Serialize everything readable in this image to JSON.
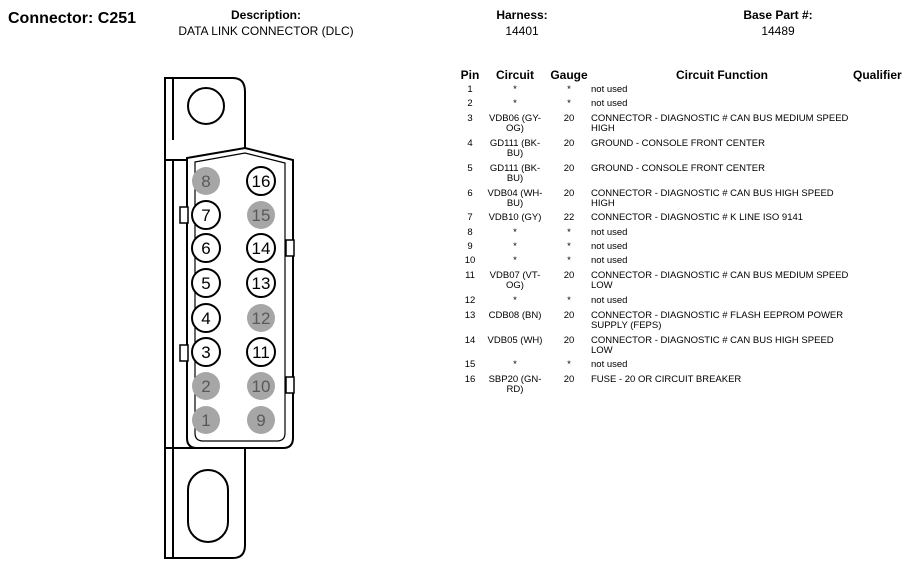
{
  "connector": {
    "title": "Connector: C251"
  },
  "header": {
    "description_label": "Description:",
    "description_value": "DATA LINK CONNECTOR (DLC)",
    "harness_label": "Harness:",
    "harness_value": "14401",
    "base_part_label": "Base Part #:",
    "base_part_value": "14489"
  },
  "table": {
    "headers": [
      "Pin",
      "Circuit",
      "Gauge",
      "Circuit Function",
      "Qualifier"
    ],
    "rows": [
      {
        "pin": "1",
        "circuit": "*",
        "gauge": "*",
        "function": "not used"
      },
      {
        "pin": "2",
        "circuit": "*",
        "gauge": "*",
        "function": "not used"
      },
      {
        "pin": "3",
        "circuit": "VDB06 (GY-OG)",
        "gauge": "20",
        "function": "CONNECTOR - DIAGNOSTIC # CAN BUS MEDIUM SPEED HIGH"
      },
      {
        "pin": "4",
        "circuit": "GD111 (BK-BU)",
        "gauge": "20",
        "function": "GROUND - CONSOLE FRONT CENTER"
      },
      {
        "pin": "5",
        "circuit": "GD111 (BK-BU)",
        "gauge": "20",
        "function": "GROUND - CONSOLE FRONT CENTER"
      },
      {
        "pin": "6",
        "circuit": "VDB04 (WH-BU)",
        "gauge": "20",
        "function": "CONNECTOR - DIAGNOSTIC # CAN BUS HIGH SPEED HIGH"
      },
      {
        "pin": "7",
        "circuit": "VDB10 (GY)",
        "gauge": "22",
        "function": "CONNECTOR - DIAGNOSTIC # K LINE ISO 9141"
      },
      {
        "pin": "8",
        "circuit": "*",
        "gauge": "*",
        "function": "not used"
      },
      {
        "pin": "9",
        "circuit": "*",
        "gauge": "*",
        "function": "not used"
      },
      {
        "pin": "10",
        "circuit": "*",
        "gauge": "*",
        "function": "not used"
      },
      {
        "pin": "11",
        "circuit": "VDB07 (VT-OG)",
        "gauge": "20",
        "function": "CONNECTOR - DIAGNOSTIC # CAN BUS MEDIUM SPEED LOW"
      },
      {
        "pin": "12",
        "circuit": "*",
        "gauge": "*",
        "function": "not used"
      },
      {
        "pin": "13",
        "circuit": "CDB08 (BN)",
        "gauge": "20",
        "function": "CONNECTOR - DIAGNOSTIC # FLASH EEPROM POWER SUPPLY (FEPS)"
      },
      {
        "pin": "14",
        "circuit": "VDB05 (WH)",
        "gauge": "20",
        "function": "CONNECTOR - DIAGNOSTIC # CAN BUS HIGH SPEED LOW"
      },
      {
        "pin": "15",
        "circuit": "*",
        "gauge": "*",
        "function": "not used"
      },
      {
        "pin": "16",
        "circuit": "SBP20 (GN-RD)",
        "gauge": "20",
        "function": "FUSE - 20 OR CIRCUIT BREAKER"
      }
    ]
  },
  "diagram": {
    "pins": [
      {
        "num": "8",
        "used": false
      },
      {
        "num": "16",
        "used": true
      },
      {
        "num": "7",
        "used": true
      },
      {
        "num": "15",
        "used": false
      },
      {
        "num": "6",
        "used": true
      },
      {
        "num": "14",
        "used": true
      },
      {
        "num": "5",
        "used": true
      },
      {
        "num": "13",
        "used": true
      },
      {
        "num": "4",
        "used": true
      },
      {
        "num": "12",
        "used": false
      },
      {
        "num": "3",
        "used": true
      },
      {
        "num": "11",
        "used": true
      },
      {
        "num": "2",
        "used": false
      },
      {
        "num": "10",
        "used": false
      },
      {
        "num": "1",
        "used": false
      },
      {
        "num": "9",
        "used": false
      }
    ],
    "colors": {
      "used_fill": "#ffffff",
      "unused_fill": "#a6a6a6",
      "unused_text": "#595959"
    }
  }
}
